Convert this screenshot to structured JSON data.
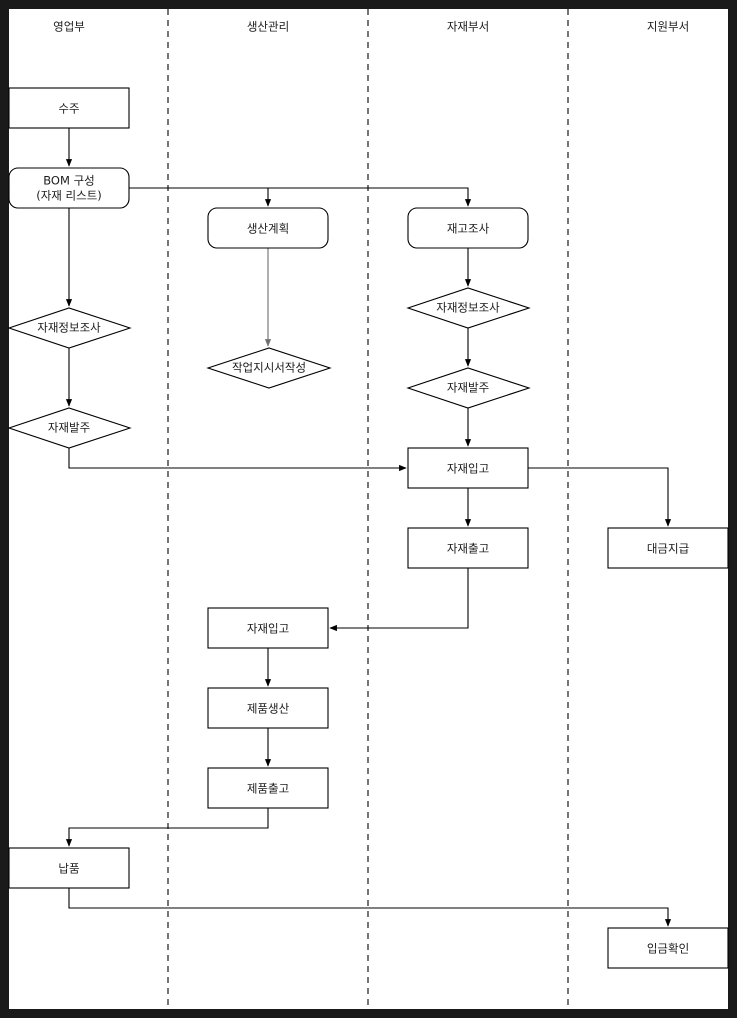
{
  "diagram": {
    "title": "",
    "background_color": "#ffffff",
    "border_color": "#1a1a1a",
    "line_color": "#000000",
    "muted_line_color": "#6e6e6e",
    "lanes": [
      {
        "id": "lane-sales",
        "label": "영업부"
      },
      {
        "id": "lane-production",
        "label": "생산관리"
      },
      {
        "id": "lane-materials",
        "label": "자재부서"
      },
      {
        "id": "lane-support",
        "label": "지원부서"
      }
    ],
    "nodes": [
      {
        "id": "n-suju",
        "lane": "lane-sales",
        "shape": "rect",
        "label": "수주"
      },
      {
        "id": "n-bom",
        "lane": "lane-sales",
        "shape": "rounded-rect",
        "label": "BOM 구성",
        "label2": "(자재 리스트)"
      },
      {
        "id": "n-sales-info",
        "lane": "lane-sales",
        "shape": "diamond",
        "label": "자재정보조사"
      },
      {
        "id": "n-sales-order",
        "lane": "lane-sales",
        "shape": "diamond",
        "label": "자재발주"
      },
      {
        "id": "n-delivery",
        "lane": "lane-sales",
        "shape": "rect",
        "label": "납품"
      },
      {
        "id": "n-plan",
        "lane": "lane-production",
        "shape": "rounded-rect",
        "label": "생산계획"
      },
      {
        "id": "n-workorder",
        "lane": "lane-production",
        "shape": "diamond",
        "label": "작업지시서작성"
      },
      {
        "id": "n-prod-in",
        "lane": "lane-production",
        "shape": "rect",
        "label": "자재입고"
      },
      {
        "id": "n-make",
        "lane": "lane-production",
        "shape": "rect",
        "label": "제품생산"
      },
      {
        "id": "n-ship",
        "lane": "lane-production",
        "shape": "rect",
        "label": "제품출고"
      },
      {
        "id": "n-stock",
        "lane": "lane-materials",
        "shape": "rounded-rect",
        "label": "재고조사"
      },
      {
        "id": "n-mat-info",
        "lane": "lane-materials",
        "shape": "diamond",
        "label": "자재정보조사"
      },
      {
        "id": "n-mat-order",
        "lane": "lane-materials",
        "shape": "diamond",
        "label": "자재발주"
      },
      {
        "id": "n-mat-in",
        "lane": "lane-materials",
        "shape": "rect",
        "label": "자재입고"
      },
      {
        "id": "n-mat-out",
        "lane": "lane-materials",
        "shape": "rect",
        "label": "자재출고"
      },
      {
        "id": "n-payment",
        "lane": "lane-support",
        "shape": "rect",
        "label": "대금지급"
      },
      {
        "id": "n-receipt",
        "lane": "lane-support",
        "shape": "rect",
        "label": "입금확인"
      }
    ],
    "edges": [
      {
        "from": "n-suju",
        "to": "n-bom"
      },
      {
        "from": "n-bom",
        "to": "n-plan"
      },
      {
        "from": "n-bom",
        "to": "n-stock"
      },
      {
        "from": "n-bom",
        "to": "n-sales-info"
      },
      {
        "from": "n-sales-info",
        "to": "n-sales-order"
      },
      {
        "from": "n-sales-order",
        "to": "n-mat-in"
      },
      {
        "from": "n-plan",
        "to": "n-workorder"
      },
      {
        "from": "n-stock",
        "to": "n-mat-info"
      },
      {
        "from": "n-mat-info",
        "to": "n-mat-order"
      },
      {
        "from": "n-mat-order",
        "to": "n-mat-in"
      },
      {
        "from": "n-mat-in",
        "to": "n-mat-out"
      },
      {
        "from": "n-mat-in",
        "to": "n-payment"
      },
      {
        "from": "n-mat-out",
        "to": "n-prod-in"
      },
      {
        "from": "n-prod-in",
        "to": "n-make"
      },
      {
        "from": "n-make",
        "to": "n-ship"
      },
      {
        "from": "n-ship",
        "to": "n-delivery"
      },
      {
        "from": "n-delivery",
        "to": "n-receipt"
      }
    ]
  }
}
